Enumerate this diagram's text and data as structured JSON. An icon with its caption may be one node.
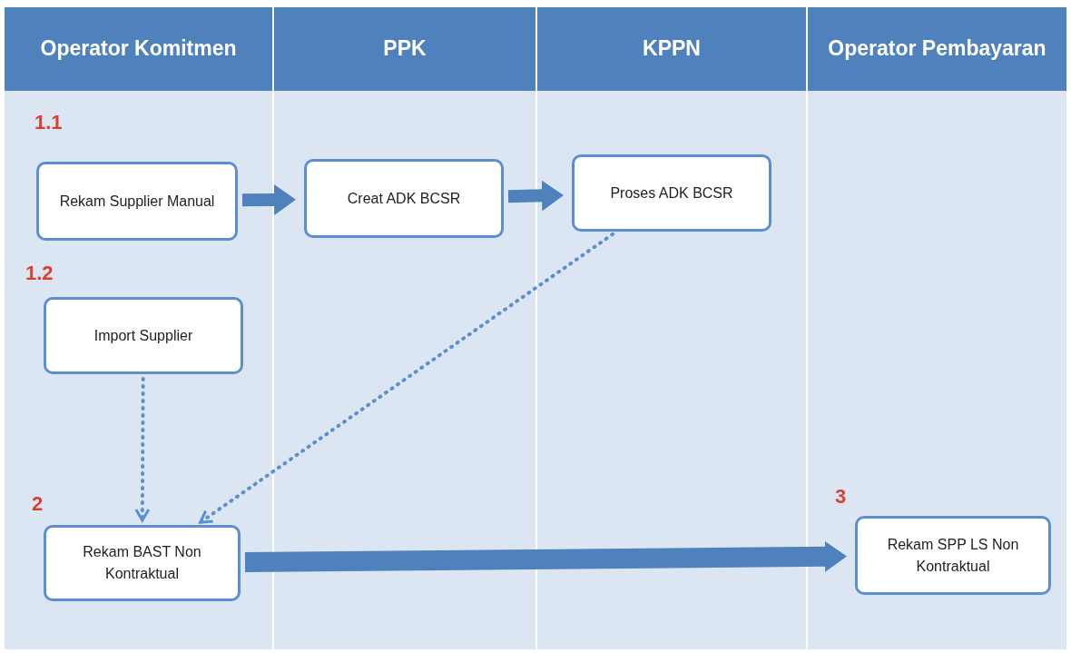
{
  "diagram": {
    "nodes": [
      {
        "text": [
          "Operator Komitmen"
        ]
      },
      {
        "text": [
          "PPK"
        ]
      },
      {
        "text": [
          "KPPN"
        ]
      },
      {
        "text": [
          "Operator Pembayaran"
        ]
      },
      {
        "text": [
          "Rekam Supplier Manual"
        ],
        "in": 0,
        "beside": [
          "1.1"
        ]
      },
      {
        "text": [
          "Creat ADK BCSR"
        ],
        "in": 1
      },
      {
        "text": [
          "Proses ADK BCSR"
        ],
        "in": 2
      },
      {
        "text": [
          "Import Supplier"
        ],
        "in": 0,
        "beside": [
          "1.2"
        ]
      },
      {
        "text": [
          "Rekam BAST Non Kontraktual"
        ],
        "in": 0,
        "beside": [
          "2"
        ]
      },
      {
        "text": [
          "Rekam SPP LS Non Kontraktual"
        ],
        "in": 3,
        "beside": [
          "3"
        ]
      }
    ],
    "edges": [
      {
        "from": 4,
        "to": 5,
        "arrow": "to"
      },
      {
        "from": 5,
        "to": 6,
        "arrow": "to"
      },
      {
        "from": 6,
        "to": 8,
        "arrow": "to",
        "style": "dashed"
      },
      {
        "from": 7,
        "to": 8,
        "arrow": "to",
        "style": "dashed"
      },
      {
        "from": 8,
        "to": 9,
        "arrow": "to"
      }
    ]
  }
}
